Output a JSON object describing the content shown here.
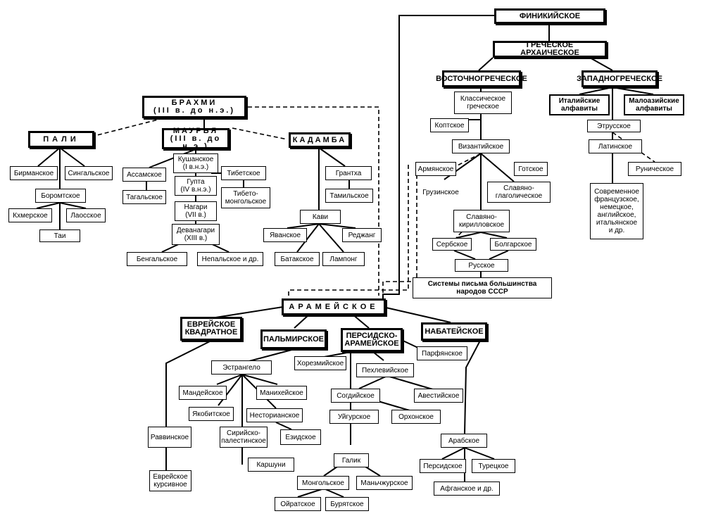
{
  "nodes": {
    "phoenician": "ФИНИКИЙСКОЕ",
    "greek_archaic": "ГРЕЧЕСКОЕ АРХАИЧЕСКОЕ",
    "east_greek": "ВОСТОЧНОГРЕЧЕСКОЕ",
    "west_greek": "ЗАПАДНОГРЕЧЕСКОЕ",
    "classic_greek": "Классическое\nгреческое",
    "coptic": "Коптское",
    "byzantine": "Византийское",
    "armenian": "Армянское",
    "georgian": "Грузинское",
    "slavic_glagolitic": "Славяно-\nглаголическое",
    "gothic": "Готское",
    "slavic_cyrillic": "Славяно-\nкирилловское",
    "serbian": "Сербское",
    "bulgarian": "Болгарское",
    "russian": "Русское",
    "ussr": "Системы письма большинства\nнародов СССР",
    "italic": "Италийские\nалфавиты",
    "asia_minor": "Малоазийские\nалфавиты",
    "etruscan": "Этрусское",
    "latin": "Латинское",
    "runic": "Руническое",
    "modern": "Современное\nфранцузское,\nнемецкое,\nанглийское,\nитальянское\nи др.",
    "brahmi": "БРАХМИ\n(III в. до н.э.)",
    "pali": "ПАЛИ",
    "maurya": "МАУРЬЯ\n(III в. до н.э.)",
    "kadamba": "КАДАМБА",
    "burmese": "Бирманское",
    "sinhalese": "Сингальское",
    "boromat": "Боромтское",
    "khmer": "Кхмерское",
    "lao": "Лаосское",
    "thai": "Таи",
    "assamese": "Ассамское",
    "tagalog": "Тагальское",
    "kushan": "Кушанское\n(I в.н.э.)",
    "gupta": "Гупта\n(IV в.н.э.)",
    "nagari": "Нагари\n(VII в.)",
    "devanagari": "Деванагари\n(XIII в.)",
    "tibetan": "Тибетское",
    "tibeto_mongol": "Тибето-\nмонгольское",
    "bengali": "Бенгальское",
    "nepali": "Непальское и др.",
    "grantha": "Грантха",
    "tamil": "Тамильское",
    "kawi": "Кави",
    "javanese": "Яванское",
    "rejang": "Реджанг",
    "batak": "Батакское",
    "lampung": "Лампонг",
    "aramaic": "АРАМЕЙСКОЕ",
    "hebrew_square": "ЕВРЕЙСКОЕ\nКВАДРАТНОЕ",
    "palmyrene": "ПАЛЬМИРСКОЕ",
    "persian_aramaic": "ПЕРСИДСКО-\nАРАМЕЙСКОЕ",
    "nabataean": "НАБАТЕЙСКОЕ",
    "estrangela": "Эстрангело",
    "mandaic": "Мандейское",
    "manichaean": "Манихейское",
    "jacobite": "Якобитское",
    "nestorian": "Несторианское",
    "syro_palestinian": "Сирийско-\nпалестинское",
    "ezid": "Езидское",
    "karshuni": "Каршуни",
    "rabbinic": "Раввинское",
    "hebrew_cursive": "Еврейское\nкурсивное",
    "khwarezmian": "Хорезмийское",
    "parthian": "Парфянское",
    "pahlavi": "Пехлевийское",
    "sogdian": "Согдийское",
    "avestan": "Авестийское",
    "uighur": "Уйгурское",
    "orkhon": "Орхонское",
    "galik": "Галик",
    "mongolian": "Монгольское",
    "manchu": "Маньчжурское",
    "oirat": "Ойратское",
    "buryat": "Бурятское",
    "arabic": "Арабское",
    "persian": "Персидское",
    "turkish": "Турецкое",
    "afghan": "Афганское и др."
  }
}
